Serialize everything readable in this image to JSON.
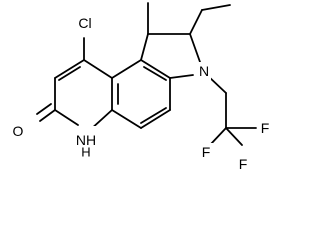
{
  "molecule": {
    "atom_labels": {
      "chlorine": "Cl",
      "ring_nitrogen": "N",
      "amide_nitrogen": "NH",
      "hydrogen": "H",
      "carbonyl_oxygen": "O",
      "fluorine_a": "F",
      "fluorine_b": "F",
      "fluorine_c": "F"
    },
    "colors": {
      "bond": "#000000",
      "label": "#000000",
      "background": "#ffffff"
    }
  }
}
